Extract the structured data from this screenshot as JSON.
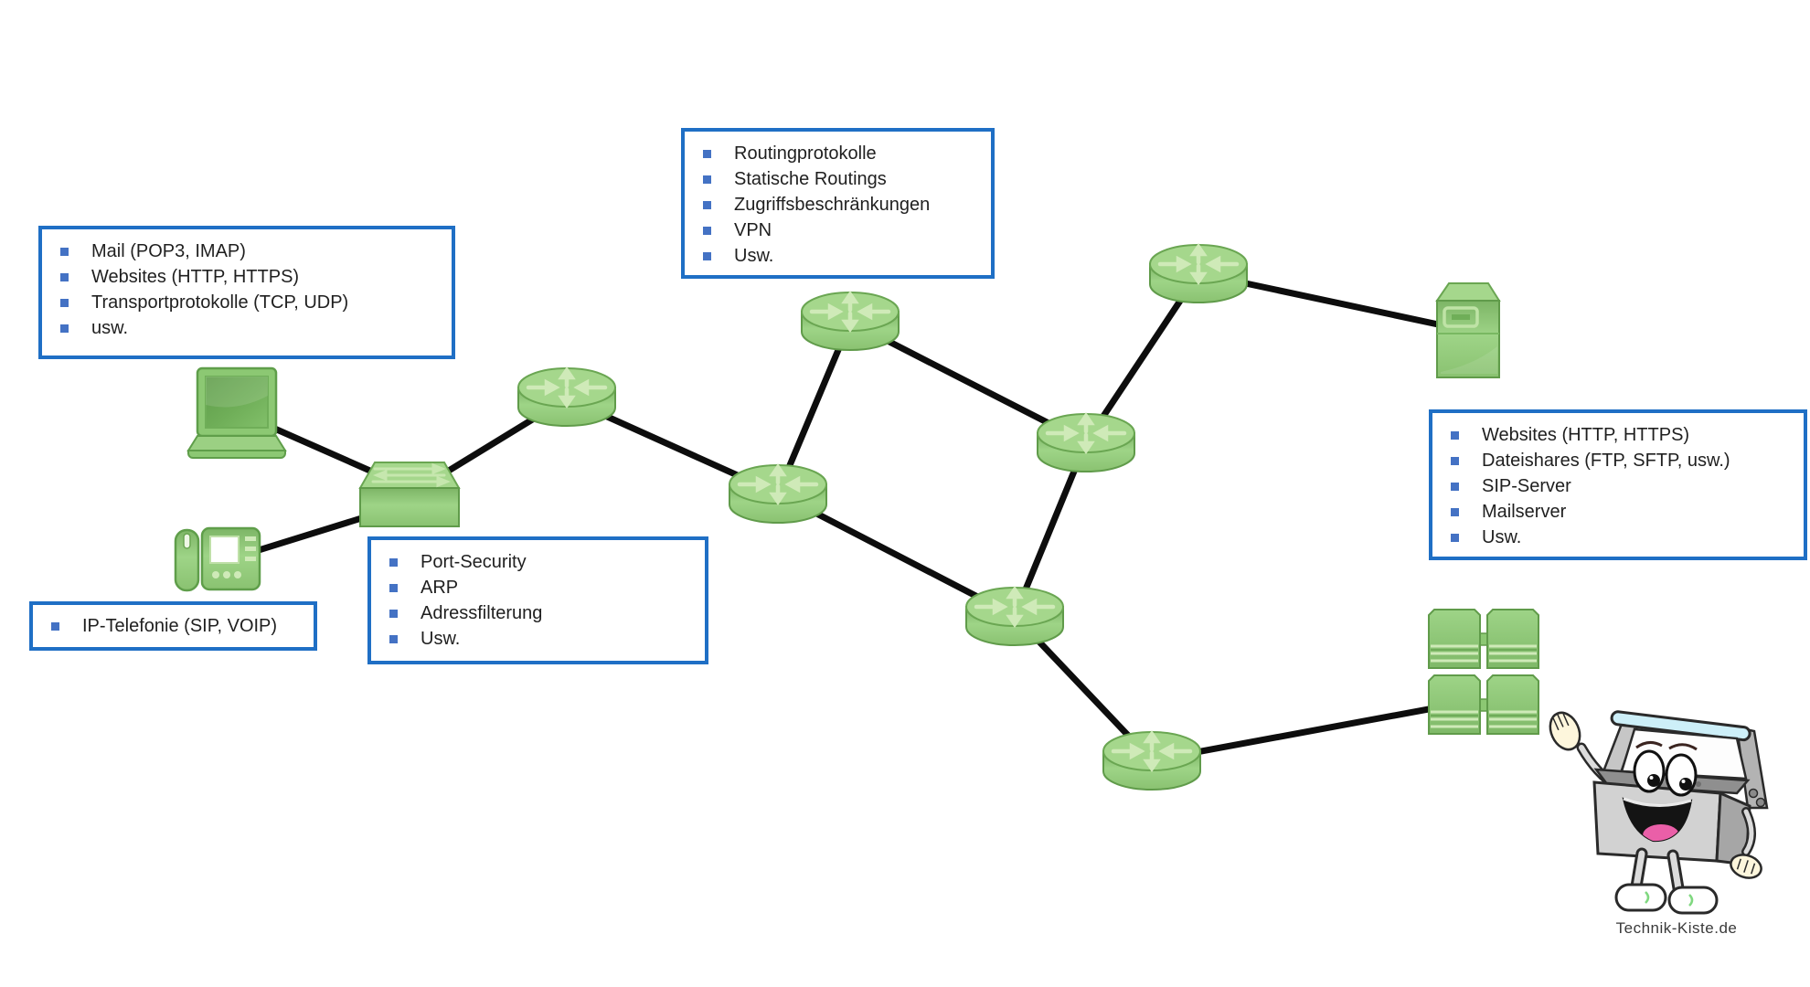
{
  "colors": {
    "background": "#ffffff",
    "box_border": "#1f6fc5",
    "bullet": "#4472c4",
    "text": "#1f1f1f",
    "device_green": "#8fc876",
    "device_green_light": "#a5d78c",
    "device_green_dark": "#609b4a",
    "device_detail_green": "#cfeab8",
    "link_line": "#0d0d0d",
    "mascot_handle_blue": "#cdeff8",
    "mascot_gray": "#d2d2d2",
    "mascot_tongue_pink": "#ea5fa8"
  },
  "annotations": {
    "client_services": {
      "items": [
        "Mail (POP3, IMAP)",
        "Websites (HTTP, HTTPS)",
        "Transportprotokolle  (TCP, UDP)",
        "usw."
      ]
    },
    "router_functions": {
      "items": [
        "Routingprotokolle",
        "Statische Routings",
        "Zugriffsbeschränkungen",
        "VPN",
        "Usw."
      ]
    },
    "switch_functions": {
      "items": [
        "Port-Security",
        "ARP",
        "Adressfilterung",
        "Usw."
      ]
    },
    "phone_services": {
      "items": [
        "IP-Telefonie (SIP, VOIP)"
      ]
    },
    "server_services": {
      "items": [
        "Websites (HTTP, HTTPS)",
        "Dateishares (FTP, SFTP, usw.)",
        "SIP-Server",
        "Mailserver",
        "Usw."
      ]
    }
  },
  "branding": {
    "site_label": "Technik-Kiste.de"
  },
  "diagram": {
    "nodes": [
      "laptop",
      "ip-phone",
      "switch",
      "router-1",
      "router-2",
      "router-3",
      "router-4",
      "router-5",
      "router-6",
      "router-7",
      "server",
      "server-cluster"
    ],
    "links": [
      [
        "laptop",
        "switch"
      ],
      [
        "ip-phone",
        "switch"
      ],
      [
        "switch",
        "router-1"
      ],
      [
        "router-1",
        "router-2"
      ],
      [
        "router-2",
        "router-3"
      ],
      [
        "router-3",
        "router-4"
      ],
      [
        "router-4",
        "router-5"
      ],
      [
        "router-5",
        "server"
      ],
      [
        "router-2",
        "router-6"
      ],
      [
        "router-4",
        "router-6"
      ],
      [
        "router-6",
        "router-7"
      ],
      [
        "router-7",
        "server-cluster"
      ]
    ]
  }
}
